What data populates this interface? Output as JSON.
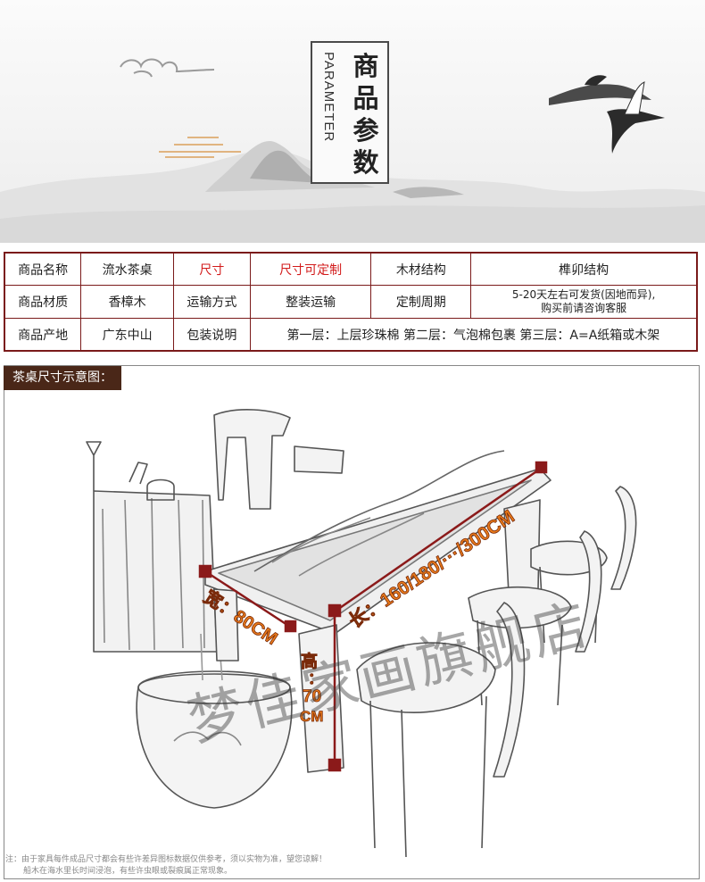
{
  "header": {
    "title_cn": "商品参数",
    "title_en": "PARAMETER"
  },
  "specs": {
    "rows": [
      [
        {
          "text": "商品名称"
        },
        {
          "text": "流水茶桌"
        },
        {
          "text": "尺寸",
          "red": true
        },
        {
          "text": "尺寸可定制",
          "red": true
        },
        {
          "text": "木材结构"
        },
        {
          "text": "榫卯结构"
        }
      ],
      [
        {
          "text": "商品材质"
        },
        {
          "text": "香樟木"
        },
        {
          "text": "运输方式"
        },
        {
          "text": "整装运输"
        },
        {
          "text": "定制周期"
        },
        {
          "text": "5-20天左右可发货(因地而异),",
          "text2": "购买前请咨询客服"
        }
      ],
      [
        {
          "text": "商品产地"
        },
        {
          "text": "广东中山"
        },
        {
          "text": "包装说明"
        },
        {
          "text": "第一层：上层珍珠棉 第二层：气泡棉包裹 第三层：A=A纸箱或木架"
        }
      ]
    ]
  },
  "diagram": {
    "section_label": "茶桌尺寸示意图：",
    "width_label": "宽：80CM",
    "length_label": "长：160/180/···/300CM",
    "height_label_1": "高",
    "height_label_2": "：",
    "height_label_3": "70",
    "height_label_4": "CM",
    "watermark": "梦佳家画旗舰店",
    "accent_color": "#8b1a1a",
    "label_color": "#e87a1a"
  },
  "note": {
    "line1": "注：由于家具每件成品尺寸都会有些许差异图标数据仅供参考，须以实物为准，望您谅解！",
    "line2": "船木在海水里长时间浸泡，有些许虫眼或裂痕属正常现象。"
  }
}
